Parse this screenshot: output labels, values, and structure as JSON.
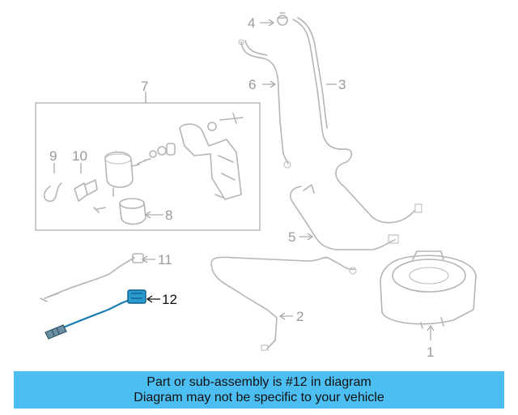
{
  "diagram": {
    "callouts": [
      "1",
      "2",
      "3",
      "4",
      "5",
      "6",
      "7",
      "8",
      "9",
      "10",
      "11",
      "12"
    ],
    "highlighted_part": "12",
    "colors": {
      "line_art": "#b5b5b5",
      "highlight_part": "#1a7fb0",
      "banner_bg": "#4dbef2"
    }
  },
  "banner": {
    "line1": "Part or sub-assembly is #12 in diagram",
    "line2": "Diagram may not be specific to your vehicle"
  }
}
